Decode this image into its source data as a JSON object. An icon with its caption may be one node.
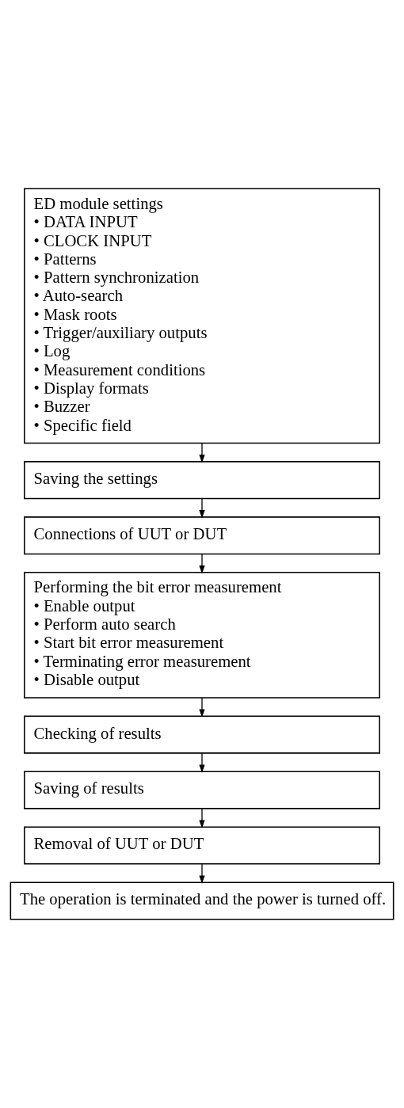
{
  "diagram": {
    "nodes": [
      {
        "text": [
          "ED module settings",
          "• DATA INPUT",
          "• CLOCK INPUT",
          "• Patterns",
          "• Pattern synchronization",
          "• Auto-search",
          "• Mask roots",
          "• Trigger/auxiliary outputs",
          "• Log",
          "• Measurement conditions",
          "• Display formats",
          "• Buzzer",
          "• Specific field"
        ]
      },
      {
        "text": [
          "Saving the settings"
        ]
      },
      {
        "text": [
          "Connections of UUT or DUT"
        ]
      },
      {
        "text": [
          "Performing the bit error measurement",
          "• Enable output",
          "• Perform auto search",
          "• Start bit error measurement",
          "• Terminating error measurement",
          "• Disable output"
        ]
      },
      {
        "text": [
          "Checking of results"
        ]
      },
      {
        "text": [
          "Saving of results"
        ]
      },
      {
        "text": [
          "Removal of UUT or DUT"
        ]
      },
      {
        "text": [
          "The operation is terminated and the power is turned off."
        ]
      }
    ],
    "edges": [
      {
        "from": 0,
        "to": 1,
        "arrow": "to"
      },
      {
        "from": 1,
        "to": 2,
        "arrow": "to"
      },
      {
        "from": 2,
        "to": 3,
        "arrow": "to"
      },
      {
        "from": 3,
        "to": 4,
        "arrow": "to"
      },
      {
        "from": 4,
        "to": 5,
        "arrow": "to"
      },
      {
        "from": 5,
        "to": 6,
        "arrow": "to"
      },
      {
        "from": 6,
        "to": 7,
        "arrow": "to"
      }
    ]
  }
}
